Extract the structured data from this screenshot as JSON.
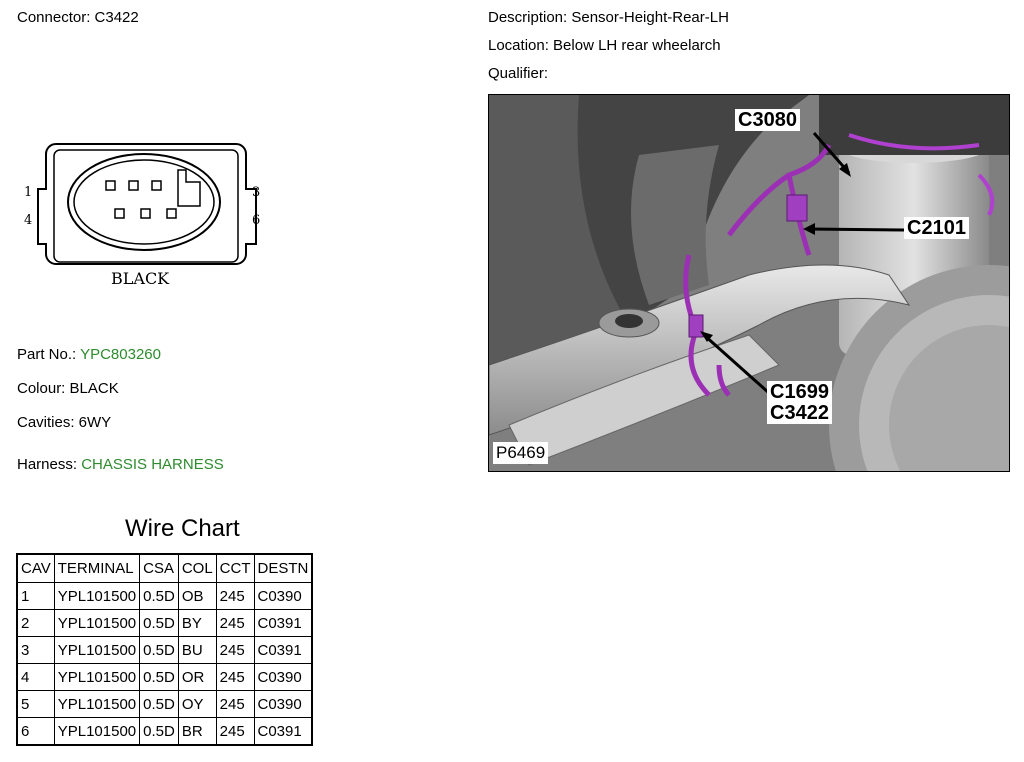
{
  "header": {
    "connector_label": "Connector: C3422",
    "description_label": "Description: Sensor-Height-Rear-LH",
    "location_label": "Location: Below LH rear wheelarch",
    "qualifier_label": "Qualifier:"
  },
  "connector_diagram": {
    "pin_labels": [
      "1",
      "3",
      "4",
      "6"
    ],
    "color_label": "BLACK"
  },
  "details": {
    "part_no_label": "Part No.:",
    "part_no_value": "YPC803260",
    "colour_label": "Colour: BLACK",
    "cavities_label": "Cavities: 6WY",
    "harness_label": "Harness:",
    "harness_value": "CHASSIS HARNESS"
  },
  "photo": {
    "callouts": [
      "C3080",
      "C2101",
      "C1699",
      "C3422"
    ],
    "figure_id": "P6469"
  },
  "wire_chart": {
    "title": "Wire Chart",
    "columns": [
      "CAV",
      "TERMINAL",
      "CSA",
      "COL",
      "CCT",
      "DESTN"
    ],
    "rows": [
      [
        "1",
        "YPL101500",
        "0.5D",
        "OB",
        "245",
        "C0390"
      ],
      [
        "2",
        "YPL101500",
        "0.5D",
        "BY",
        "245",
        "C0391"
      ],
      [
        "3",
        "YPL101500",
        "0.5D",
        "BU",
        "245",
        "C0391"
      ],
      [
        "4",
        "YPL101500",
        "0.5D",
        "OR",
        "245",
        "C0390"
      ],
      [
        "5",
        "YPL101500",
        "0.5D",
        "OY",
        "245",
        "C0390"
      ],
      [
        "6",
        "YPL101500",
        "0.5D",
        "BR",
        "245",
        "C0391"
      ]
    ]
  },
  "colors": {
    "accent_green": "#2e8b2e"
  }
}
